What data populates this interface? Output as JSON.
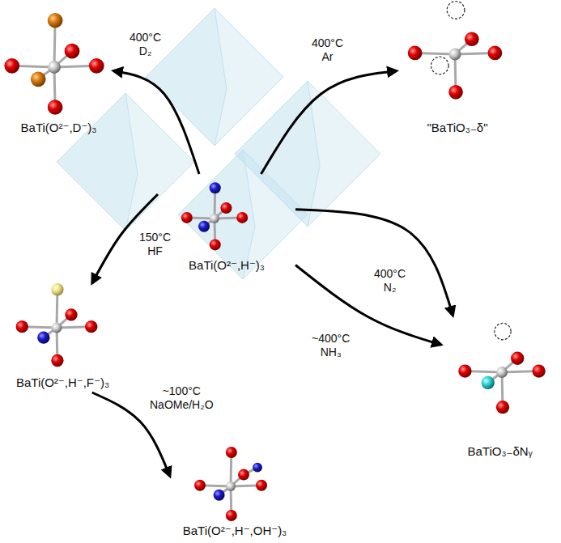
{
  "diagram": {
    "nodes": [
      {
        "text": [
          "BaTi(O²⁻,D⁻)₃"
        ]
      },
      {
        "text": [
          "\"BaTiO₃₋δ\""
        ]
      },
      {
        "text": [
          "BaTi(O²⁻,H⁻)₃"
        ]
      },
      {
        "text": [
          "BaTi(O²⁻,H⁻,F⁻)₃"
        ]
      },
      {
        "text": [
          "BaTiO₃₋δNᵧ"
        ]
      },
      {
        "text": [
          "BaTi(O²⁻,H⁻,OH⁻)₃"
        ]
      }
    ],
    "edges": [
      {
        "from": 2,
        "to": 0,
        "arrow": "to",
        "label": "400°C D₂"
      },
      {
        "from": 2,
        "to": 1,
        "arrow": "to",
        "label": "400°C Ar"
      },
      {
        "from": 2,
        "to": 3,
        "arrow": "to",
        "label": "150°C HF"
      },
      {
        "from": 2,
        "to": 4,
        "arrow": "to",
        "label": "400°C N₂"
      },
      {
        "from": 2,
        "to": 4,
        "arrow": "to",
        "label": "~400°C NH₃"
      },
      {
        "from": 3,
        "to": 5,
        "arrow": "to",
        "label": "~100°C NaOMe/H₂O"
      }
    ]
  }
}
